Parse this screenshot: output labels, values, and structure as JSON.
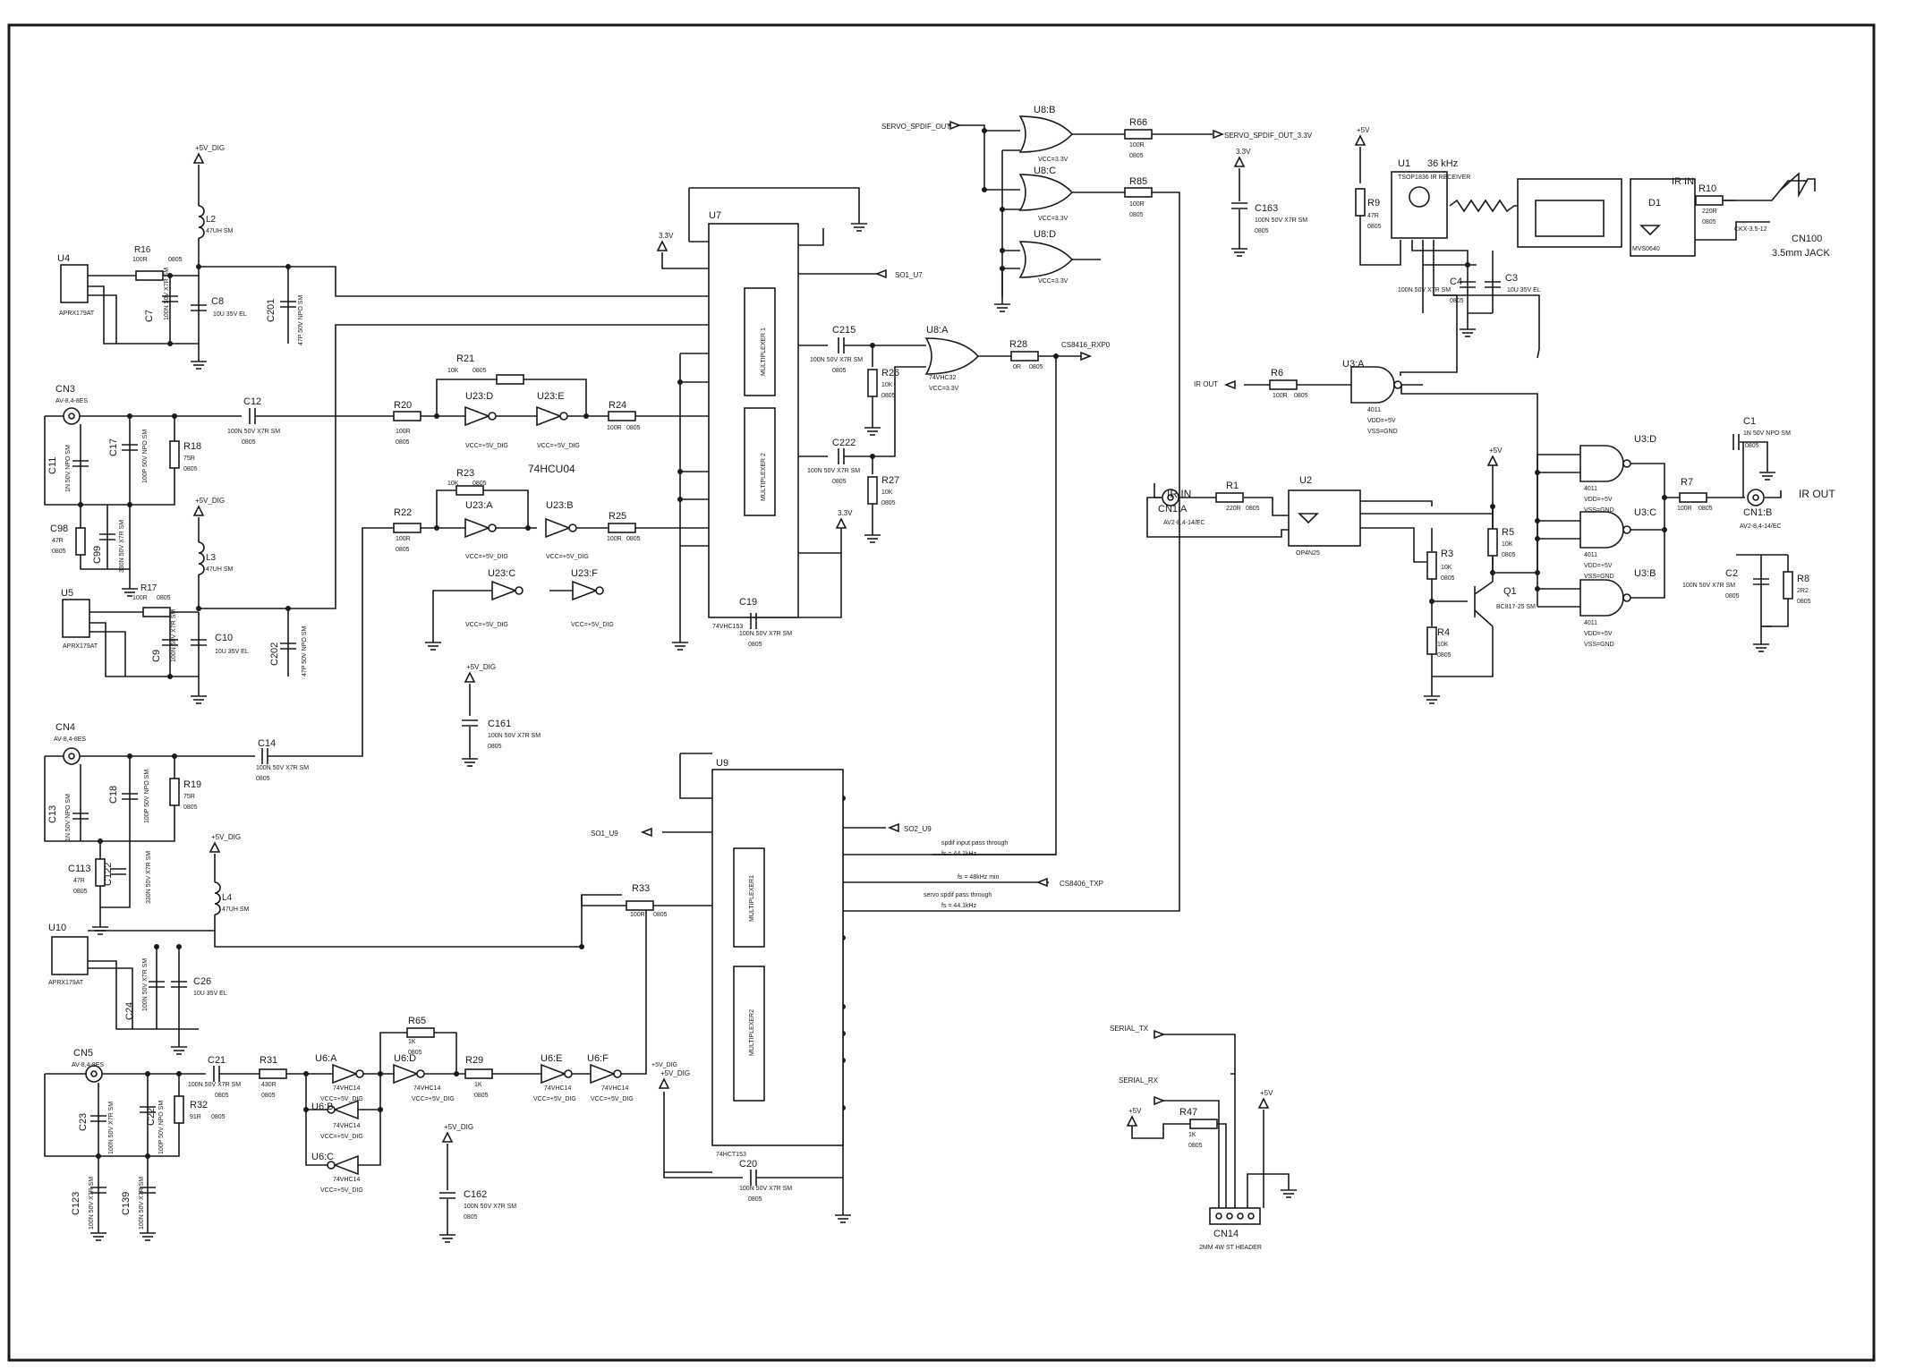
{
  "power": {
    "v5dig": "+5V_DIG",
    "v33": "3.3V",
    "v5": "+5V",
    "vcc_33": "VCC=3.3V",
    "vcc_5dig": "VCC=+5V_DIG",
    "vdd5": "VDD=+5V",
    "vss": "VSS=GND"
  },
  "packages": {
    "r0805": "0805",
    "x7r": "100N 50V X7R SM",
    "ind": "47UH SM",
    "elco": "10U 35V EL",
    "np0_47p": "47P 50V NPO SM",
    "np0_100p": "100P 50V NPO SM",
    "np0_1n": "1N 50V NPO SM",
    "x7r_330n": "330N 50V X7R SM",
    "r100": "100R",
    "r1k": "1K",
    "r10k": "10K",
    "jack": "AV-8,4-8ES",
    "reg": "APRX179AT"
  },
  "nets": {
    "servo_out": "SERVO_SPDIF_OUT",
    "servo_out33": "SERVO_SPDIF_OUT_3.3V",
    "so1_u7": "SO1_U7",
    "so1_u9": "SO1_U9",
    "so2_u9": "SO2_U9",
    "cs_rxp0": "CS8416_RXP0",
    "cs_txp": "CS8406_TXP",
    "ir_out": "IR OUT",
    "ir_in": "IR IN",
    "serial_tx": "SERIAL_TX",
    "serial_rx": "SERIAL_RX"
  },
  "components": {
    "U4": "U4",
    "U5": "U5",
    "U10": "U10",
    "L2": "L2",
    "L3": "L3",
    "L4": "L4",
    "R16": "R16",
    "R17": "R17",
    "C7": "C7",
    "C8": "C8",
    "C9": "C9",
    "C10": "C10",
    "C24": "C24",
    "C26": "C26",
    "C201": "C201",
    "C202": "C202",
    "CN3": "CN3",
    "CN4": "CN4",
    "CN5": "CN5",
    "C11": "C11",
    "C17": "C17",
    "R18": "R18",
    "C98": "C98",
    "C99": "C99",
    "C12": "C12",
    "C13": "C13",
    "C18": "C18",
    "R19": "R19",
    "C113": "C113",
    "C122": "C122",
    "C14": "C14",
    "C23": "C23",
    "C22": "C22",
    "R32": "R32",
    "C123": "C123",
    "C139": "C139",
    "C21": "C21",
    "R31": "R31",
    "R20": "R20",
    "R21": "R21",
    "R22": "R22",
    "R23": "R23",
    "R24": "R24",
    "R25": "R25",
    "U23D": "U23:D",
    "U23E": "U23:E",
    "U23A": "U23:A",
    "U23B": "U23:B",
    "U23C": "U23:C",
    "U23F": "U23:F",
    "hcu04": "74HCU04",
    "C161": "C161",
    "U7": "U7",
    "U9": "U9",
    "C19": "C19",
    "C20": "C20",
    "C215": "C215",
    "C222": "C222",
    "R26": "R26",
    "R27": "R27",
    "U8A": "U8:A",
    "U8B": "U8:B",
    "U8C": "U8:C",
    "U8D": "U8:D",
    "R28": "R28",
    "R66": "R66",
    "R85": "R85",
    "C163": "C163",
    "R33": "R33",
    "R65": "R65",
    "R29": "R29",
    "U6A": "U6:A",
    "U6B": "U6:B",
    "U6C": "U6:C",
    "U6D": "U6:D",
    "U6E": "U6:E",
    "U6F": "U6:F",
    "C162": "C162",
    "U1": "U1",
    "R9": "R9",
    "C4": "C4",
    "C3": "C3",
    "D1": "D1",
    "R10": "R10",
    "CN100": "CN100",
    "U3A": "U3:A",
    "U3B": "U3:B",
    "U3C": "U3:C",
    "U3D": "U3:D",
    "R6": "R6",
    "U2": "U2",
    "R1": "R1",
    "R3": "R3",
    "R4": "R4",
    "R5": "R5",
    "Q1": "Q1",
    "CN1A": "CN1:A",
    "CN1B": "CN1:B",
    "C1": "C1",
    "C2": "C2",
    "R7": "R7",
    "R8": "R8",
    "R47": "R47",
    "CN14": "CN14"
  },
  "values": {
    "r47r": "47R",
    "r75r": "75R",
    "r91r": "91R",
    "r430r": "430R",
    "r0r": "0R",
    "r220r": "220R",
    "r2r2": "2R2",
    "hc14": "74VHC14",
    "hc32": "74VHC32",
    "hc153": "74VHC153",
    "hct153": "74HCT153",
    "c4011": "4011",
    "tsop": "TSOP1836 IR RECEIVER",
    "freq": "36 kHz",
    "mvs": "MVS0640",
    "jack35": "3.5mm JACK",
    "ckx": "CKX-3.5-12",
    "jack_ir": "AV2-8,4-14/EC",
    "opto": "OP4N25",
    "bc817": "BC817-25 SM",
    "header": "2MM 4W ST HEADER"
  },
  "notes": {
    "mux1": "MULTIPLEXER 1",
    "mux2": "MULTIPLEXER 2",
    "mux1b": "MULTIPLEXER1",
    "mux2b": "MULTIPLEXER2",
    "pass1": "spdif input pass through",
    "fs441": "fs = 44.1kHz",
    "fs48": "fs = 48kHz min",
    "pass2": "servo spdif pass through"
  }
}
